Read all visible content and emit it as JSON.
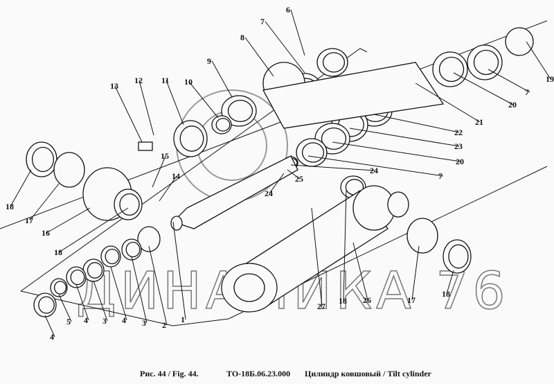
{
  "figure": {
    "callouts": [
      "6",
      "7",
      "8",
      "9",
      "10",
      "11",
      "12",
      "13",
      "19",
      "7",
      "20",
      "21",
      "22",
      "23",
      "20",
      "7",
      "24",
      "25",
      "24",
      "15",
      "14",
      "18",
      "17",
      "16",
      "18",
      "1",
      "2",
      "3",
      "4",
      "3",
      "4",
      "5",
      "4",
      "27",
      "18",
      "26",
      "17",
      "18"
    ],
    "watermark": "ДИНАМИКА 76"
  },
  "caption": {
    "fig_number": "Рис. 44 / Fig. 44.",
    "part_code": "ТО-18Б.06.23.000",
    "title": "Цилиндр ковшовый / Tilt cylinder"
  }
}
